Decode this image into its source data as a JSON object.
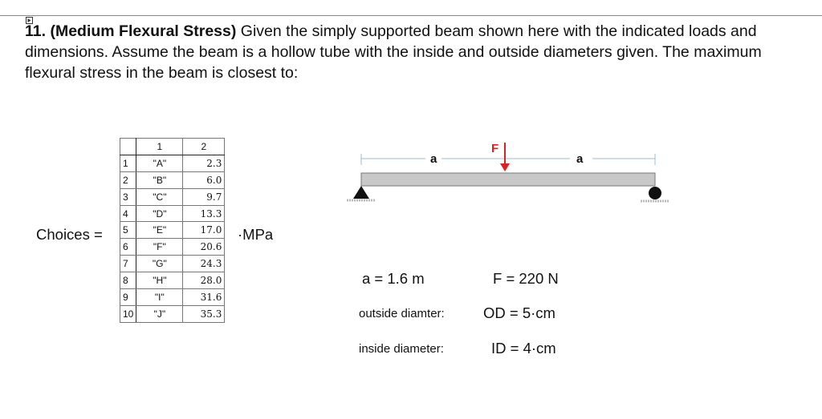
{
  "problem": {
    "number": "11.",
    "title": "(Medium Flexural Stress)",
    "text": "Given the simply supported beam shown here with the indicated loads and dimensions. Assume the beam is a hollow tube with the inside and outside diameters given. The maximum flexural stress in the beam is closest to:"
  },
  "choices": {
    "label": "Choices =",
    "unit": "·MPa",
    "header": [
      "1",
      "2"
    ],
    "rows": [
      {
        "n": "1",
        "key": "\"A\"",
        "value": "2.3"
      },
      {
        "n": "2",
        "key": "\"B\"",
        "value": "6.0"
      },
      {
        "n": "3",
        "key": "\"C\"",
        "value": "9.7"
      },
      {
        "n": "4",
        "key": "\"D\"",
        "value": "13.3"
      },
      {
        "n": "5",
        "key": "\"E\"",
        "value": "17.0"
      },
      {
        "n": "6",
        "key": "\"F\"",
        "value": "20.6"
      },
      {
        "n": "7",
        "key": "\"G\"",
        "value": "24.3"
      },
      {
        "n": "8",
        "key": "\"H\"",
        "value": "28.0"
      },
      {
        "n": "9",
        "key": "\"I\"",
        "value": "31.6"
      },
      {
        "n": "10",
        "key": "\"J\"",
        "value": "35.3"
      }
    ]
  },
  "diagram": {
    "dim_left": "a",
    "dim_right": "a",
    "force_label": "F",
    "force_color": "#e02020",
    "beam_color": "#c8c8c8"
  },
  "given": {
    "a": "a = 1.6 m",
    "F": "F = 220 N",
    "od_label": "outside diamter:",
    "od_value": "OD = 5·cm",
    "id_label": "inside diameter:",
    "id_value": "ID = 4·cm"
  }
}
